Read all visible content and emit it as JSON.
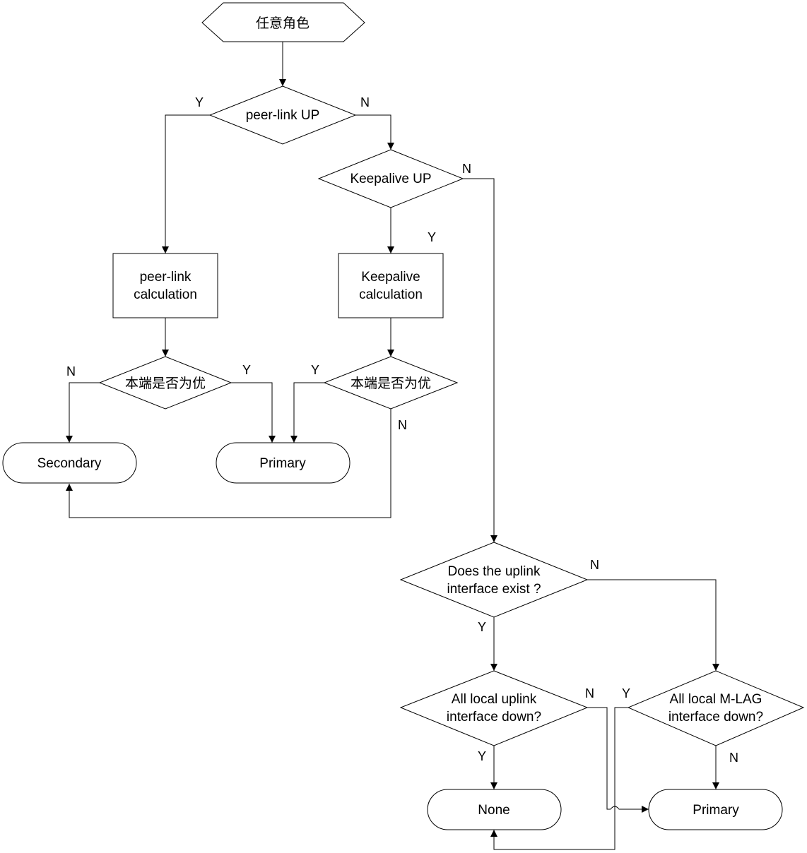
{
  "nodes": {
    "start": "任意角色",
    "peer_link_up": "peer-link UP",
    "keepalive_up": "Keepalive UP",
    "peer_link_calc": [
      "peer-link",
      "calculation"
    ],
    "keepalive_calc": [
      "Keepalive",
      "calculation"
    ],
    "local_better_left": "本端是否为优",
    "local_better_right": "本端是否为优",
    "secondary": "Secondary",
    "primary_top": "Primary",
    "uplink_exist": [
      "Does the uplink",
      "interface exist ?"
    ],
    "uplink_down": [
      "All local uplink",
      "interface down?"
    ],
    "mlag_down": [
      "All local M-LAG",
      "interface down?"
    ],
    "none": "None",
    "primary_bottom": "Primary"
  },
  "edge_labels": {
    "peer_link_y": "Y",
    "peer_link_n": "N",
    "keepalive_n": "N",
    "keepalive_y": "Y",
    "left_n": "N",
    "left_y": "Y",
    "right_y": "Y",
    "right_n": "N",
    "uplink_exist_n": "N",
    "uplink_exist_y": "Y",
    "uplink_down_n": "N",
    "uplink_down_y": "Y",
    "mlag_down_y": "Y",
    "mlag_down_n": "N"
  }
}
